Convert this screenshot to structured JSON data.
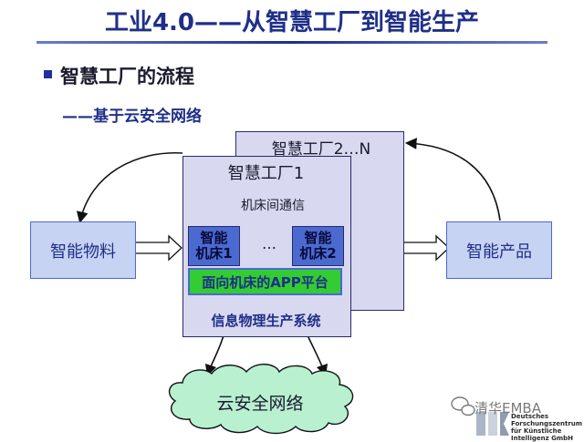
{
  "slide": {
    "title": "工业4.0——从智慧工厂到智能生产",
    "heading": "智慧工厂的流程",
    "subheading": "——基于云安全网络"
  },
  "diagram": {
    "factory_back_label": "智慧工厂2…N",
    "factory_front_label": "智慧工厂1",
    "comm_label": "机床间通信",
    "machine1_label": "智能\n机床1",
    "machine2_label": "智能\n机床2",
    "ellipsis": "…",
    "app_platform_label": "面向机床的APP平台",
    "cps_label": "信息物理生产系统",
    "input_label": "智能物料",
    "output_label": "智能产品",
    "cloud_label": "云安全网络"
  },
  "watermark": {
    "text": "清华EMBA",
    "logo_text": "Deutsches\nForschungszentrum\nfür Künstliche\nIntelligenz GmbH"
  },
  "colors": {
    "title": "#1f2f88",
    "lavender_box": "#d8d8f0",
    "blue_box": "#c7d3f2",
    "machine_box": "#4a6ad0",
    "app_platform": "#33cc33",
    "cloud": "#b8f0d0"
  }
}
